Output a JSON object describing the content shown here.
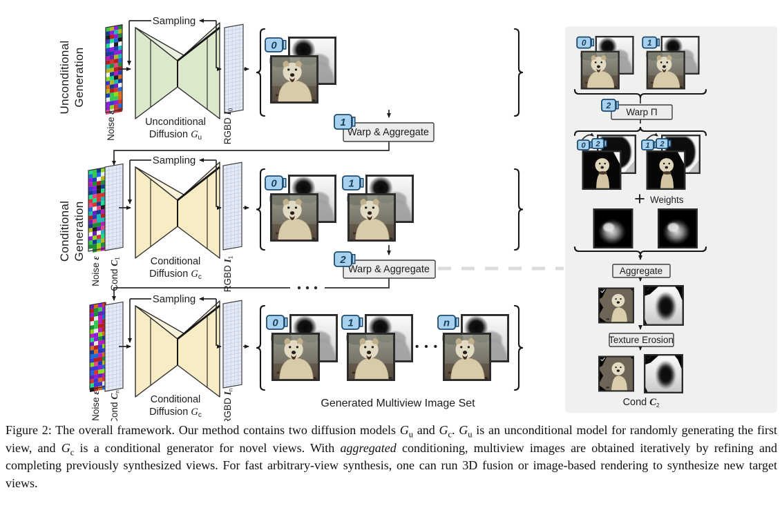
{
  "colors": {
    "badge_fill": "#a6d2ef",
    "badge_stroke": "#1c4a6e",
    "badge_text": "#16405f",
    "green_fill": "#dbe8cc",
    "green_facet": "#e9f1de",
    "yellow_fill": "#f8ecc5",
    "yellow_facet": "#fcf4da",
    "grid_fill": "#e3eaf5",
    "grid_line": "#a6b4cf",
    "panel_bg": "#f0f0ee",
    "box_fill": "#ececec",
    "box_stroke": "#3c3c3c",
    "dash_gray": "#dcdcda",
    "noise_palette": [
      "#b51f1f",
      "#1f8c3b",
      "#1f3bb5",
      "#b51fb5",
      "#1fb5b5",
      "#b5b51f",
      "#6a1fb5",
      "#d96a1f",
      "#1f6ad9",
      "#e04884",
      "#173a8c",
      "#37c94f",
      "#d13737",
      "#3b37d1",
      "#8cd91f",
      "#1fd98c",
      "#8c1fd9",
      "#e8e8e8",
      "#1c1c1c",
      "#f2f2f2"
    ]
  },
  "side_labels": {
    "uncond": [
      "Unconditional",
      "Generation"
    ],
    "cond": [
      "Conditional",
      "Generation"
    ]
  },
  "sampling_label": "Sampling",
  "noise_label": {
    "base": "Noise ",
    "sym": "ε"
  },
  "cond_labels": {
    "base": "Cond ",
    "sym": "C",
    "sub1": "1",
    "subn": "n"
  },
  "rgbd_labels": {
    "base": "RGBD ",
    "sym": "I",
    "sub0": "0",
    "sub1": "1",
    "subn": "n"
  },
  "model_labels": {
    "uncond": {
      "line1": "Unconditional",
      "line2": "Diffusion ",
      "sym": "G",
      "sub": "u"
    },
    "cond": {
      "line1": "Conditional",
      "line2": "Diffusion ",
      "sym": "G",
      "sub": "c"
    }
  },
  "wa_label": "Warp & Aggregate",
  "badges": {
    "row1": [
      "0"
    ],
    "row2": [
      "0",
      "1"
    ],
    "row3": [
      "0",
      "1",
      "n"
    ],
    "wa1": "1",
    "wa2": "2",
    "panel_pairs": [
      "0",
      "1"
    ],
    "warp_box": "2",
    "warped_a": [
      "0",
      "2"
    ],
    "warped_b": [
      "1",
      "2"
    ]
  },
  "ellipsis": "• • •",
  "generated_set_label": "Generated Multiview Image Set",
  "panel": {
    "warp_label": "Warp Π",
    "plus": "+",
    "weights_label": "Weights",
    "aggregate_label": "Aggregate",
    "erosion_label": "Texture Erosion",
    "cond_out": {
      "base": "Cond ",
      "sym": "C",
      "sub": "2"
    }
  },
  "caption": {
    "s1": "Figure 2: The overall framework. Our method contains two diffusion models ",
    "g": "G",
    "su": "u",
    "sc": "c",
    "s2": " and ",
    "s3": ". ",
    "s4": " is an unconditional model for randomly generating the first view, and ",
    "s5": " is a conditional generator for novel views. With ",
    "em": "aggregated",
    "s6": " conditioning, multiview images are obtained iteratively by refining and completing previously synthesized views. For fast arbitrary-view synthesis, one can run 3D fusion or image-based rendering to synthesize new target views."
  }
}
